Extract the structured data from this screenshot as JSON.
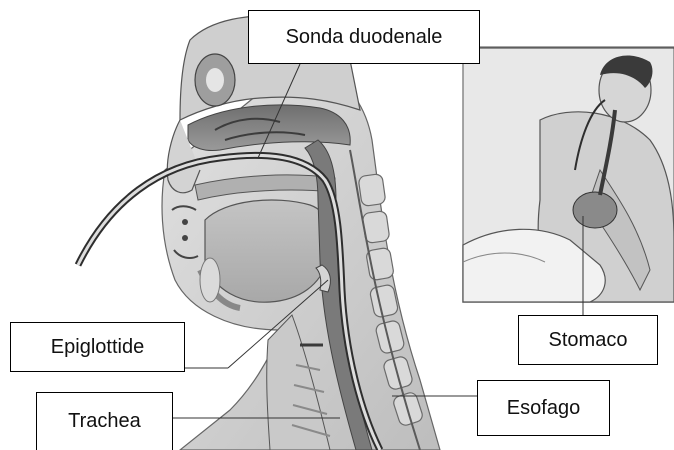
{
  "labels": {
    "sonda_duodenale": "Sonda duodenale",
    "stomaco": "Stomaco",
    "epiglottide": "Epiglottide",
    "trachea": "Trachea",
    "esofago": "Esofago"
  }
}
